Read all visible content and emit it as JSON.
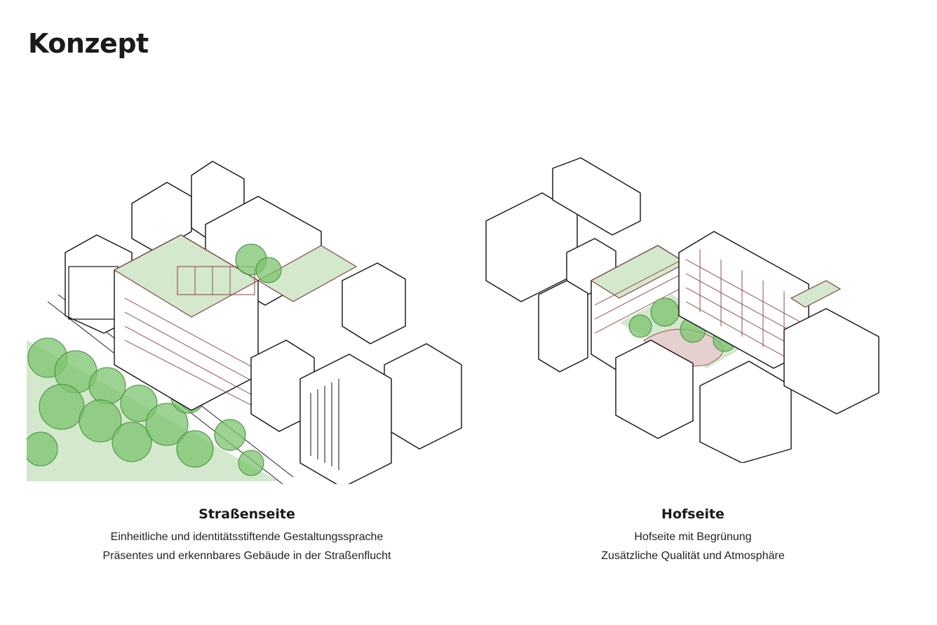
{
  "page": {
    "title": "Konzept"
  },
  "views": [
    {
      "title": "Straßenseite",
      "lines": [
        "Einheitliche und identitätsstiftende Gestaltungssprache",
        "Präsentes und erkennbares Gebäude in der Straßenflucht"
      ]
    },
    {
      "title": "Hofseite",
      "lines": [
        "Hofseite mit Begrünung",
        "Zusätzliche Qualität und Atmosphäre"
      ]
    }
  ],
  "colors": {
    "greenery": "#7cc46d",
    "roof_green": "#d3e8cc",
    "frame_red": "#8c3c3c",
    "outline": "#111111"
  }
}
